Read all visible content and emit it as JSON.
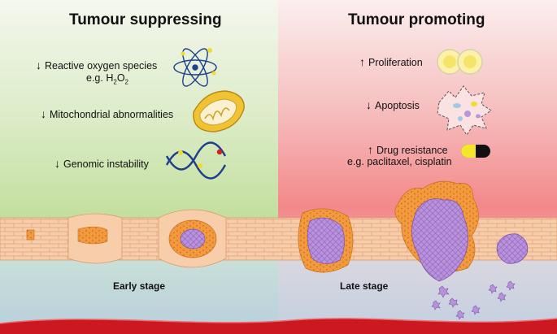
{
  "left_panel": {
    "title": "Tumour suppressing",
    "items": [
      {
        "arrow": "↓",
        "label": "Reactive oxygen species",
        "sublabel_prefix": "e.g. H",
        "sub1": "2",
        "mid": "O",
        "sub2": "2",
        "icon": "atom-icon"
      },
      {
        "arrow": "↓",
        "label": "Mitochondrial abnormalities",
        "icon": "mitochondrion-icon"
      },
      {
        "arrow": "↓",
        "label": "Genomic instability",
        "icon": "dna-icon"
      }
    ],
    "stage_label": "Early stage"
  },
  "right_panel": {
    "title": "Tumour promoting",
    "items": [
      {
        "arrow": "↑",
        "label": "Proliferation",
        "icon": "dividing-cell-icon"
      },
      {
        "arrow": "↓",
        "label": "Apoptosis",
        "icon": "apoptotic-cell-icon"
      },
      {
        "arrow": "↑",
        "label": "Drug resistance",
        "sublabel": "e.g. paclitaxel, cisplatin",
        "icon": "capsule-icon"
      }
    ],
    "stage_label": "Late stage"
  },
  "colors": {
    "suppress_bg": "#cfe6b6",
    "promote_bg": "#f59a9a",
    "tissue": "#f7c9a4",
    "tumour_orange": "#f49a3a",
    "tumour_purple": "#b58fd8",
    "vessel": "#c8161d"
  }
}
